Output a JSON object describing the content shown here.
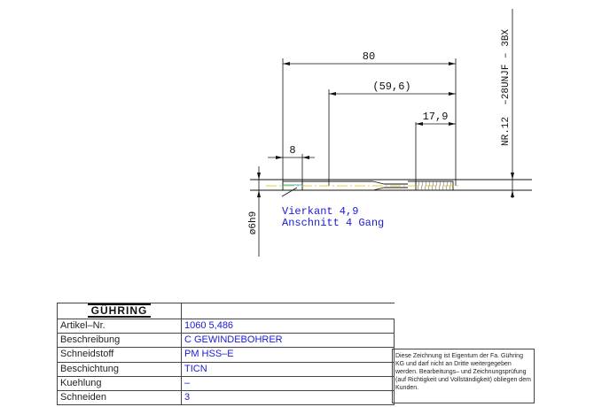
{
  "drawing": {
    "dimensions": {
      "overall_length": "80",
      "shank_length": "(59,6)",
      "thread_length": "17,9",
      "square_length": "8",
      "shank_diameter": "ø6h9"
    },
    "notes": {
      "square": "Vierkant 4,9",
      "chamfer": "Anschnitt 4 Gang"
    },
    "vertical_label": "NR.12  –28UNJF – 3BX"
  },
  "title_block": {
    "logo_text": "GÜHRING",
    "rows": [
      {
        "label": "Artikel–Nr.",
        "value": "1060 5,486"
      },
      {
        "label": "Beschreibung",
        "value": "C GEWINDEBOHRER"
      },
      {
        "label": "Schneidstoff",
        "value": "PM HSS–E"
      },
      {
        "label": "Beschichtung",
        "value": "TICN"
      },
      {
        "label": "Kuehlung",
        "value": "–"
      },
      {
        "label": "Schneiden",
        "value": "3"
      }
    ],
    "notice": "Diese Zeichnung ist Eigentum der Fa. Gühring KG und darf nicht an Dritte weitergegeben werden. Bearbeitungs– und Zeichnungsprüfung (auf Richtigkeit und Vollständigkeit) obliegen dem Kunden."
  },
  "colors": {
    "line": "#111111",
    "text_blue": "#1a1ad6",
    "centerline_yellow": "#d8c000",
    "cyan": "#00a8c8"
  }
}
